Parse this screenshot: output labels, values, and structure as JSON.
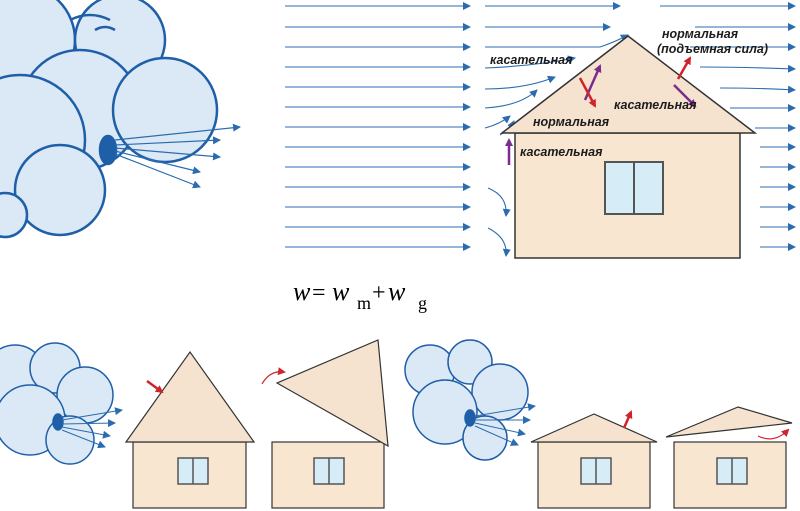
{
  "labels": {
    "tangent_upper": "касательная",
    "normal_top_line1": "нормальная",
    "normal_top_line2": "(подъемная сила)",
    "tangent_right": "касательная",
    "normal_left": "нормальная",
    "tangent_wall": "касательная"
  },
  "formula": {
    "w": "w",
    "eq": "=",
    "wm": "w",
    "m": "m",
    "plus": "+",
    "wg": "w",
    "g": "g"
  },
  "colors": {
    "wind": "#2b6cb0",
    "cloud_fill": "#dbe9f6",
    "cloud_stroke": "#1f5fa8",
    "roof": "#f5e3cf",
    "wall": "#f8e6d0",
    "outline": "#333333",
    "window": "#d6ecf7",
    "force_purple": "#7a2d8c",
    "force_red": "#d0232a"
  },
  "icons": {
    "wind_cloud": "cloud-face-icon",
    "house": "house-icon"
  }
}
